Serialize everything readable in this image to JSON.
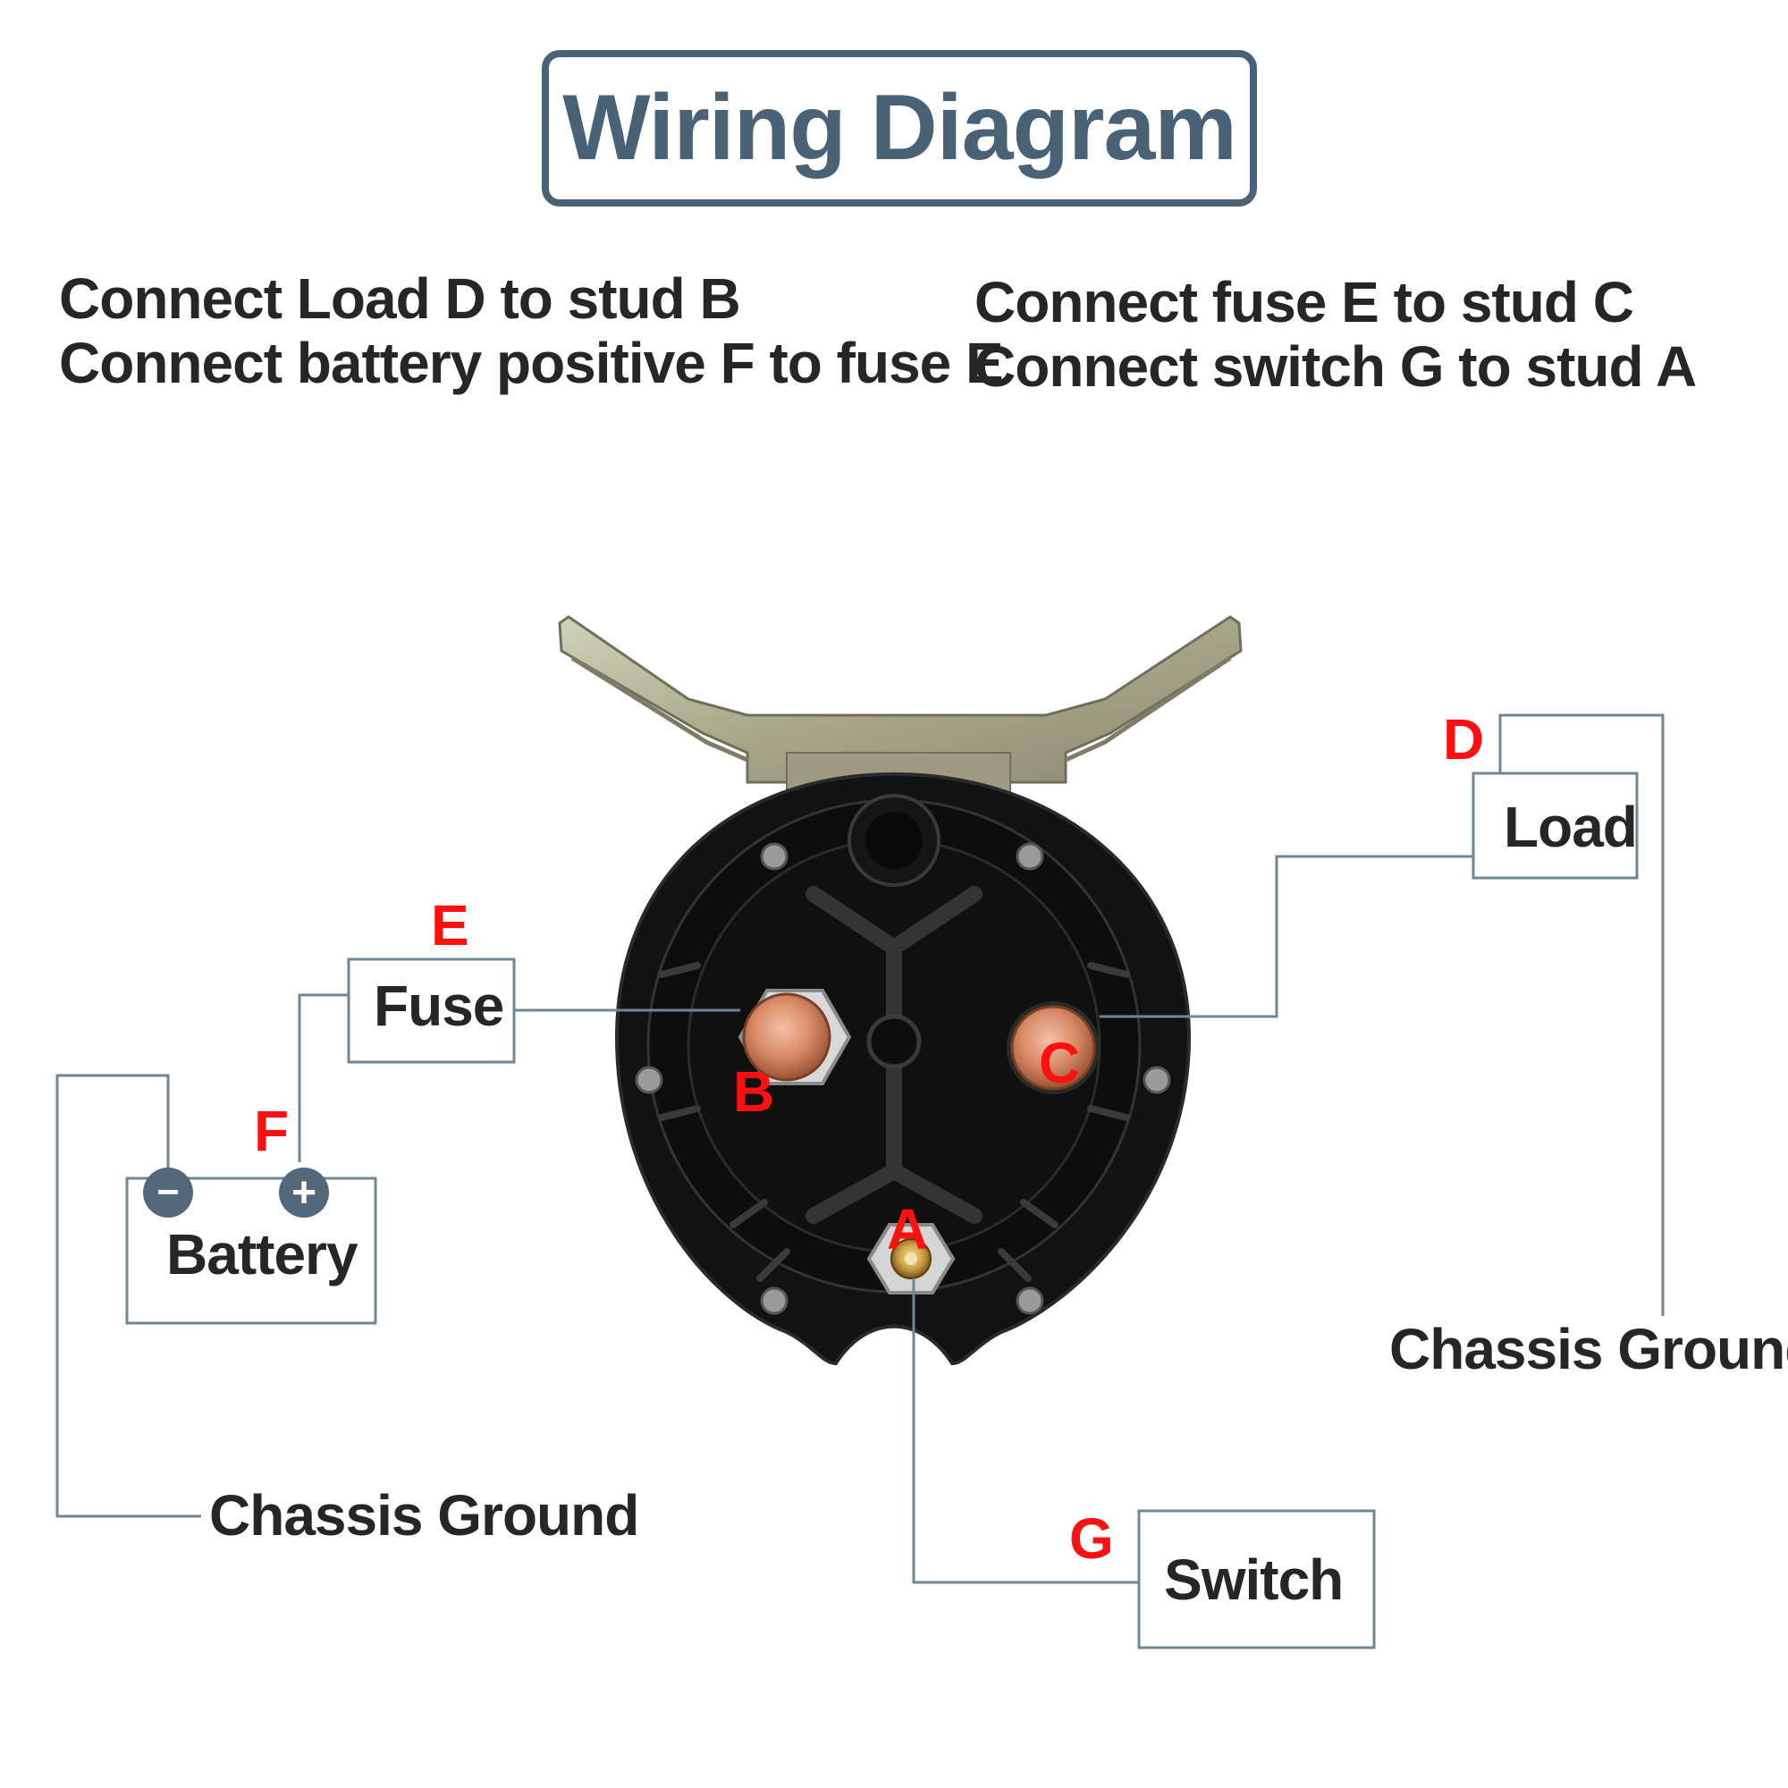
{
  "title": "Wiring Diagram",
  "instructions": {
    "left": [
      "Connect Load D to stud B",
      "Connect battery positive F to fuse E"
    ],
    "right": [
      "Connect fuse E to stud C",
      "Connect switch G to stud A"
    ]
  },
  "components": {
    "fuse": "Fuse",
    "battery": "Battery",
    "load": "Load",
    "switch": "Switch",
    "chassis_ground_left": "Chassis Ground",
    "chassis_ground_right": "Chassis Ground"
  },
  "battery_terminals": {
    "negative": "−",
    "positive": "+"
  },
  "letters": {
    "A": "A",
    "B": "B",
    "C": "C",
    "D": "D",
    "E": "E",
    "F": "F",
    "G": "G"
  },
  "colors": {
    "title": "#4a6275",
    "text": "#262626",
    "letter": "#ff1010",
    "wire": "#6f8795",
    "terminal": "#52697b"
  }
}
